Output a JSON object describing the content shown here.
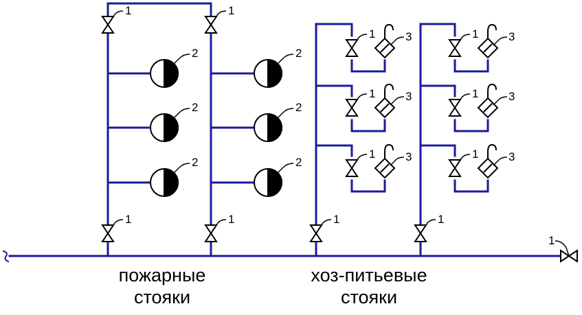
{
  "labels": {
    "valve": "1",
    "hydrant": "2",
    "tap": "3"
  },
  "captions": {
    "fire_line1": "пожарные",
    "fire_line2": "стояки",
    "water_line1": "хоз-питьевые",
    "water_line2": "стояки"
  },
  "colors": {
    "pipe": "#1a1a9c",
    "symbol": "#000000"
  },
  "icons": {
    "valve": "valve-icon",
    "hydrant": "fire-hydrant-icon",
    "tap": "water-tap-icon"
  }
}
